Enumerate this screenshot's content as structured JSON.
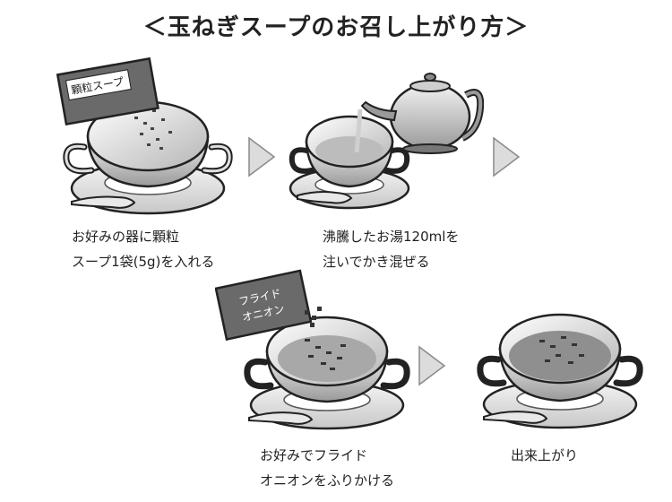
{
  "title": "＜玉ねぎスープのお召し上がり方＞",
  "steps": [
    {
      "packet_label": "顆粒スープ",
      "line1": "お好みの器に顆粒",
      "line2": "スープ1袋(5g)を入れる"
    },
    {
      "line1": "沸騰したお湯120mlを",
      "line2": "注いでかき混ぜる"
    },
    {
      "packet_label_1": "フライド",
      "packet_label_2": "オニオン",
      "line1": "お好みでフライド",
      "line2": "オニオンをふりかける"
    },
    {
      "line1": "出来上がり"
    }
  ],
  "colors": {
    "bowl_light": "#e6e6e6",
    "bowl_dark": "#8a8a8a",
    "packet": "#6a6a6a",
    "soup": "#9a9a9a",
    "arrow": "#d8d8d8"
  }
}
